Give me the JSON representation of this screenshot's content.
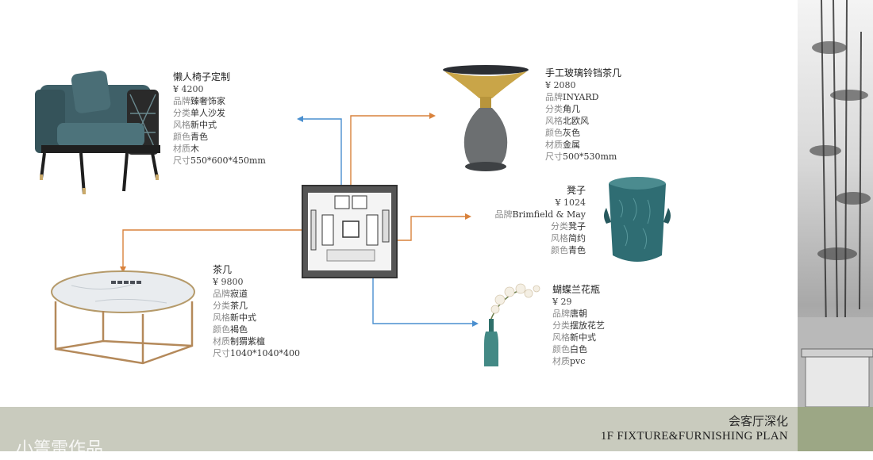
{
  "footer": {
    "title_cn": "会客厅深化",
    "title_en": "1F FIXTURE&FURNISHING PLAN",
    "watermark": "小箐雷作品"
  },
  "items": {
    "armchair": {
      "name": "懒人椅子定制",
      "price": "¥ 4200",
      "brand_key": "品牌",
      "brand": "臻奢饰家",
      "category_key": "分类",
      "category": "单人沙发",
      "style_key": "风格",
      "style": "新中式",
      "color_key": "颜色",
      "color": "青色",
      "material_key": "材质",
      "material": "木",
      "size_key": "尺寸",
      "size": "550*600*450mm"
    },
    "side_table": {
      "name": "手工玻璃铃铛茶几",
      "price": "¥ 2080",
      "brand_key": "品牌",
      "brand": "INYARD",
      "category_key": "分类",
      "category": "角几",
      "style_key": "风格",
      "style": "北欧风",
      "color_key": "颜色",
      "color": "灰色",
      "material_key": "材质",
      "material": "金属",
      "size_key": "尺寸",
      "size": "500*530mm"
    },
    "stool": {
      "name": "凳子",
      "price": "¥ 1024",
      "brand_key": "品牌",
      "brand": "Brimfield & May",
      "category_key": "分类",
      "category": "凳子",
      "style_key": "风格",
      "style": "简约",
      "color_key": "颜色",
      "color": "青色"
    },
    "coffee_table": {
      "name": "茶几",
      "price": "¥ 9800",
      "brand_key": "品牌",
      "brand": "寂道",
      "category_key": "分类",
      "category": "茶几",
      "style_key": "风格",
      "style": "新中式",
      "color_key": "颜色",
      "color": "褐色",
      "material_key": "材质",
      "material": "制猬紫檀",
      "size_key": "尺寸",
      "size": "1040*1040*400"
    },
    "vase": {
      "name": "蝴蝶兰花瓶",
      "price": "¥ 29",
      "brand_key": "品牌",
      "brand": "唐朝",
      "category_key": "分类",
      "category": "摆放花艺",
      "style_key": "风格",
      "style": "新中式",
      "color_key": "颜色",
      "color": "白色",
      "material_key": "材质",
      "material": "pvc"
    }
  },
  "colors": {
    "leader_blue": "#4a8fcf",
    "leader_orange": "#d9823c",
    "footer_band": "#c9cbbe",
    "accent_green": "#9ca785"
  }
}
